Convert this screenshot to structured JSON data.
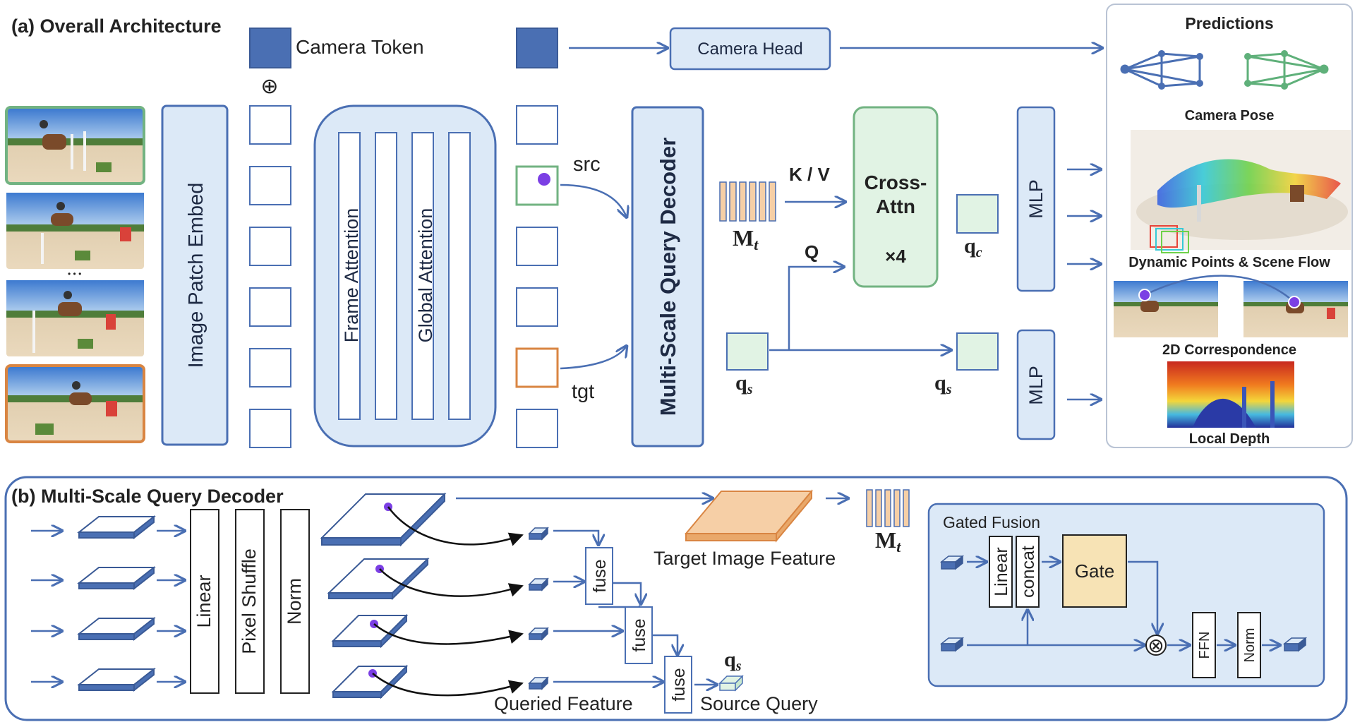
{
  "section_a": {
    "title": "(a) Overall Architecture",
    "camera_token": "Camera Token",
    "oplus": "⊕",
    "image_patch_embed": "Image Patch Embed",
    "frame_attention": "Frame Attention",
    "global_attention": "Global Attention",
    "src": "src",
    "tgt": "tgt",
    "decoder": "Multi-Scale Query Decoder",
    "camera_head": "Camera Head",
    "kv": "K / V",
    "q": "Q",
    "cross_attn_1": "Cross-",
    "cross_attn_2": "Attn",
    "times4": "×4",
    "m_main": "M",
    "m_sub": "t",
    "qc_main": "q",
    "qc_sub": "c",
    "qs_main": "q",
    "qs_sub": "s",
    "mlp": "MLP",
    "dots": "• • •"
  },
  "predictions": {
    "title": "Predictions",
    "camera_pose": "Camera Pose",
    "dynamic": "Dynamic Points & Scene Flow",
    "correspondence": "2D Correspondence",
    "depth": "Local Depth"
  },
  "section_b": {
    "title": "(b) Multi-Scale Query Decoder",
    "linear": "Linear",
    "pixel_shuffle": "Pixel Shuffle",
    "norm": "Norm",
    "fuse": "fuse",
    "target_feature": "Target Image Feature",
    "queried_feature": "Queried Feature",
    "source_query": "Source Query",
    "m_main": "M",
    "m_sub": "t",
    "qs_main": "q",
    "qs_sub": "s"
  },
  "gated_fusion": {
    "title": "Gated Fusion",
    "linear": "Linear",
    "concat": "concat",
    "gate": "Gate",
    "otimes": "⊗",
    "ffn": "FFN",
    "norm": "Norm"
  },
  "colors": {
    "blue_dark": "#4a6fb3",
    "blue_light": "#dce9f7",
    "green_light": "#e1f3e4",
    "green_border": "#72b382",
    "orange": "#f6cfa6",
    "orange_border": "#d98542",
    "gate": "#f7e3b5",
    "purple": "#7b3fe4"
  }
}
